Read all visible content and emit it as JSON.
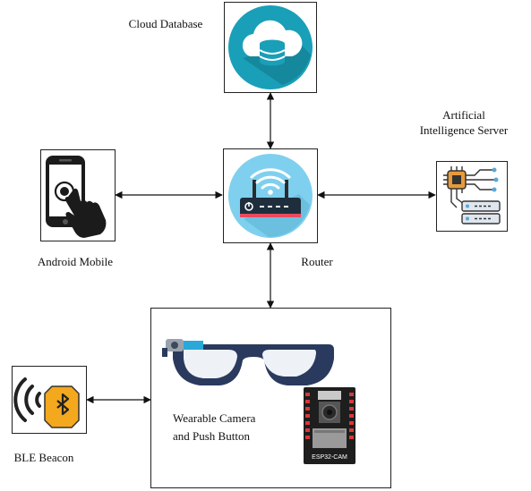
{
  "nodes": {
    "cloud": {
      "label": "Cloud Database",
      "icon": "cloud-database-icon"
    },
    "ai": {
      "label_line1": "Artificial",
      "label_line2": "Intelligence Server",
      "icon": "ai-chip-server-icon"
    },
    "mobile": {
      "label": "Android Mobile",
      "icon": "touch-phone-icon"
    },
    "router": {
      "label": "Router",
      "icon": "wifi-router-icon"
    },
    "wearable": {
      "label_line1": "Wearable Camera",
      "label_line2": "and Push Button",
      "icons": [
        "smart-glasses-icon",
        "esp32-cam-board-icon"
      ],
      "board_text": "ESP32-CAM"
    },
    "ble": {
      "label": "BLE Beacon",
      "icon": "bluetooth-beacon-icon"
    }
  },
  "colors": {
    "teal_circle": "#1a9fb8",
    "router_circle": "#7fd0ee",
    "beacon_orange": "#f4a81d",
    "glasses_frame": "#2a3a5e"
  }
}
